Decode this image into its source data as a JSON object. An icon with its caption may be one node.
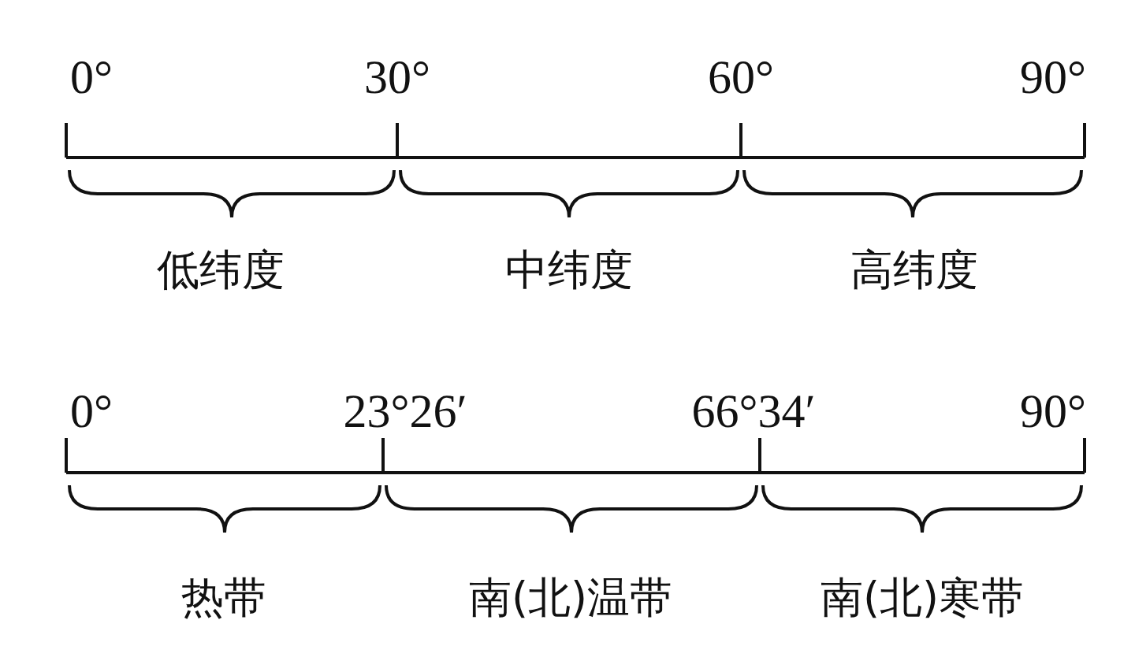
{
  "diagram": {
    "labels": [
      "0°",
      "30°",
      "60°",
      "90°",
      "低纬度",
      "中纬度",
      "高纬度",
      "0°",
      "23°26′",
      "66°34′",
      "90°",
      "热带",
      "南(北)温带",
      "南(北)寒带"
    ]
  }
}
